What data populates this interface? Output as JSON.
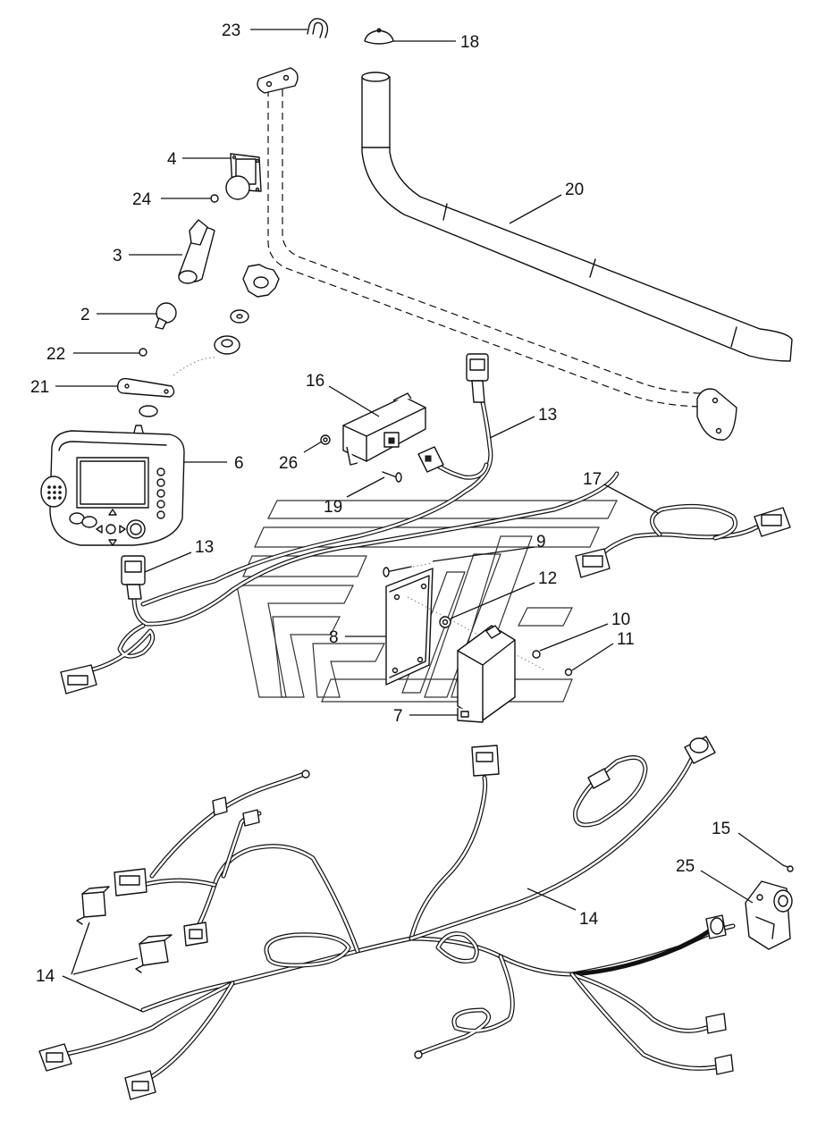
{
  "diagram": {
    "callouts": [
      {
        "id": "c23",
        "text": "23"
      },
      {
        "id": "c18",
        "text": "18"
      },
      {
        "id": "c4",
        "text": "4"
      },
      {
        "id": "c24",
        "text": "24"
      },
      {
        "id": "c3",
        "text": "3"
      },
      {
        "id": "c20",
        "text": "20"
      },
      {
        "id": "c2",
        "text": "2"
      },
      {
        "id": "c22",
        "text": "22"
      },
      {
        "id": "c21",
        "text": "21"
      },
      {
        "id": "c16",
        "text": "16"
      },
      {
        "id": "c13a",
        "text": "13"
      },
      {
        "id": "c6",
        "text": "6"
      },
      {
        "id": "c26",
        "text": "26"
      },
      {
        "id": "c19",
        "text": "19"
      },
      {
        "id": "c17",
        "text": "17"
      },
      {
        "id": "c13b",
        "text": "13"
      },
      {
        "id": "c9",
        "text": "9"
      },
      {
        "id": "c12",
        "text": "12"
      },
      {
        "id": "c10",
        "text": "10"
      },
      {
        "id": "c11",
        "text": "11"
      },
      {
        "id": "c8",
        "text": "8"
      },
      {
        "id": "c7",
        "text": "7"
      },
      {
        "id": "c15",
        "text": "15"
      },
      {
        "id": "c25",
        "text": "25"
      },
      {
        "id": "c14a",
        "text": "14"
      },
      {
        "id": "c14b",
        "text": "14"
      }
    ]
  }
}
